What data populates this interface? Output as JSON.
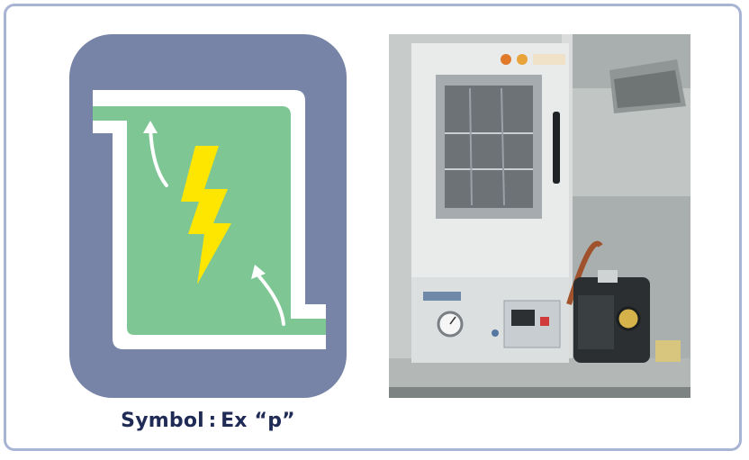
{
  "caption": {
    "label": "Symbol : Ex “p”"
  },
  "symbol": {
    "icon": "explosion-protection-ex-p-symbol",
    "background_color": "#7784a8",
    "fill_color": "#7ec694",
    "bolt_color": "#ffe600"
  },
  "photo": {
    "icon": "vacuum-oven-with-pump-photo"
  }
}
